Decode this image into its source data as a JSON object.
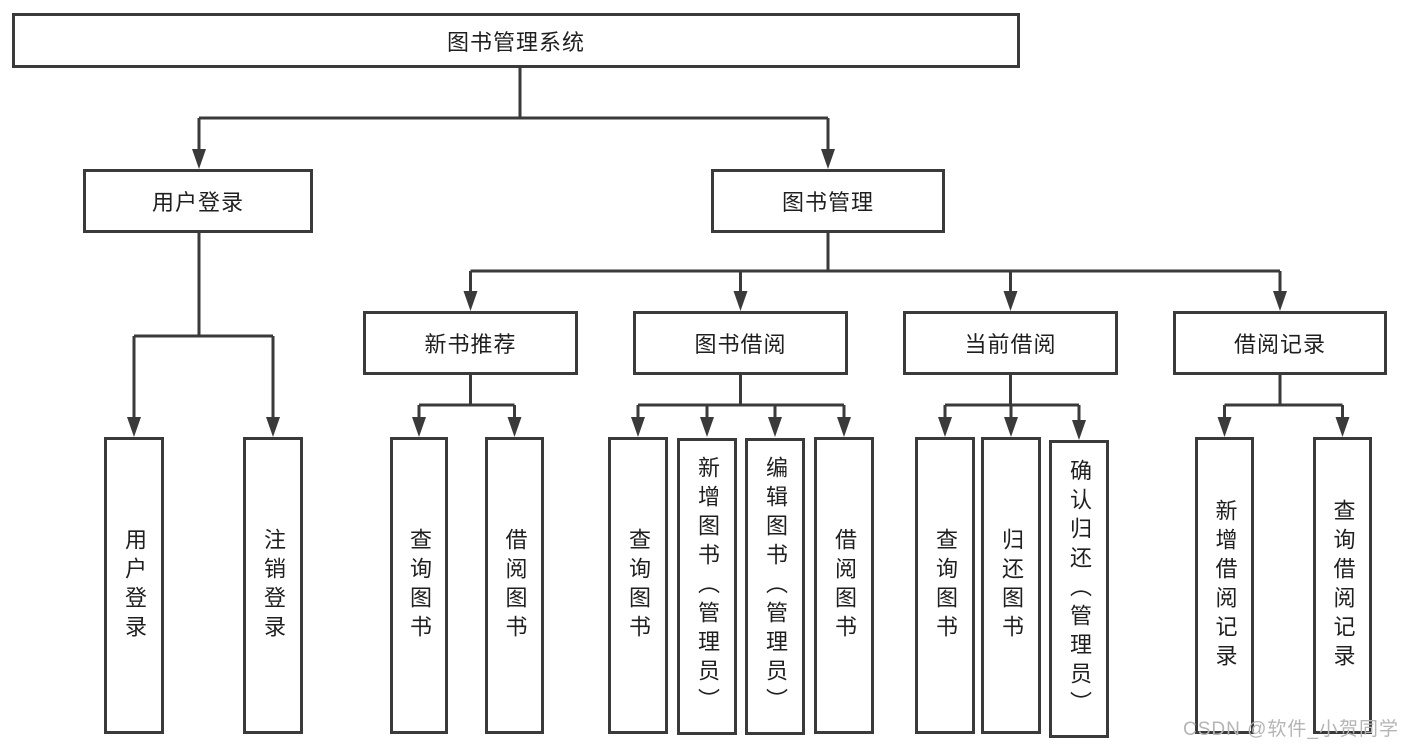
{
  "diagram": {
    "root": {
      "label": "图书管理系统"
    },
    "branches": [
      {
        "label": "用户登录",
        "children": [
          {
            "label": "用户登录"
          },
          {
            "label": "注销登录"
          }
        ]
      },
      {
        "label": "图书管理",
        "children": [
          {
            "label": "新书推荐",
            "children": [
              {
                "label": "查询图书"
              },
              {
                "label": "借阅图书"
              }
            ]
          },
          {
            "label": "图书借阅",
            "children": [
              {
                "label": "查询图书"
              },
              {
                "label": "新增图书（管理员）"
              },
              {
                "label": "编辑图书（管理员）"
              },
              {
                "label": "借阅图书"
              }
            ]
          },
          {
            "label": "当前借阅",
            "children": [
              {
                "label": "查询图书"
              },
              {
                "label": "归还图书"
              },
              {
                "label": "确认归还（管理员）"
              }
            ]
          },
          {
            "label": "借阅记录",
            "children": [
              {
                "label": "新增借阅记录"
              },
              {
                "label": "查询借阅记录"
              }
            ]
          }
        ]
      }
    ]
  },
  "watermark": {
    "text": "CSDN @软件_小贺同学"
  },
  "colors": {
    "line": "#3a3a3a",
    "box_border": "#3a3a3a",
    "text": "#1f1f1f",
    "watermark": "#b5b5b5",
    "background": "#ffffff"
  }
}
